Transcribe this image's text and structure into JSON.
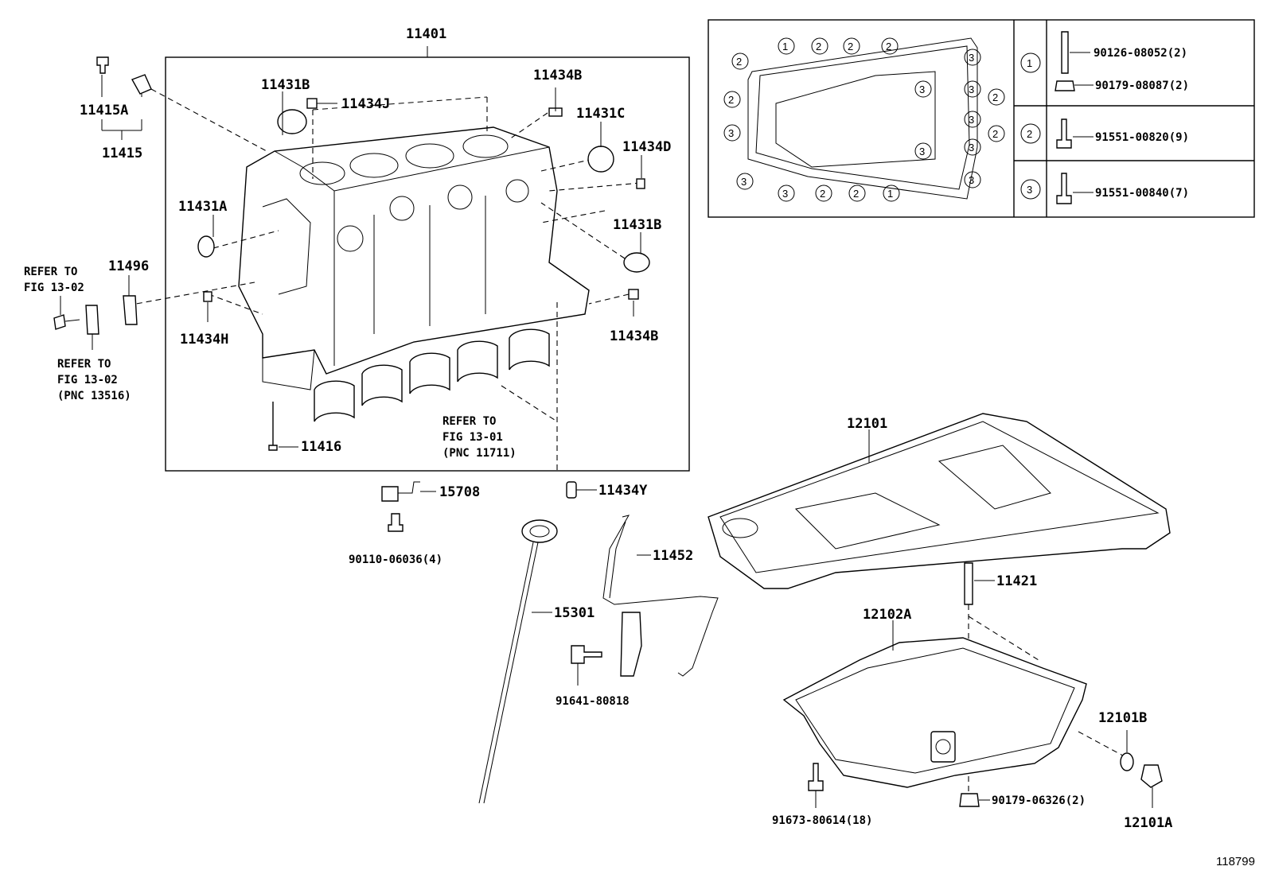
{
  "figure_id": "118799",
  "block_assembly": {
    "main_label": "11401",
    "labels": [
      "11431B",
      "11434J",
      "11434B",
      "11431C",
      "11434D",
      "11431A",
      "11431B",
      "11434H",
      "11434B",
      "11416"
    ],
    "refer_fig_13_01": [
      "REFER TO",
      "FIG 13-01",
      "(PNC 11711)"
    ]
  },
  "left_parts": {
    "labels": [
      "11415A",
      "11415",
      "11496"
    ],
    "refer_fig_13_02_top": [
      "REFER TO",
      "FIG 13-02"
    ],
    "refer_fig_13_02_bottom": [
      "REFER TO",
      "FIG 13-02",
      "(PNC 13516)"
    ]
  },
  "bolt_table": {
    "rows": [
      {
        "num": "1",
        "parts": [
          "90126-08052(2)",
          "90179-08087(2)"
        ]
      },
      {
        "num": "2",
        "parts": [
          "91551-00820(9)"
        ]
      },
      {
        "num": "3",
        "parts": [
          "91551-00840(7)"
        ]
      }
    ],
    "layout_callouts": [
      "2",
      "1",
      "2",
      "2",
      "2",
      "3",
      "2",
      "3",
      "2",
      "2",
      "3",
      "3",
      "3",
      "3",
      "3",
      "3",
      "2",
      "2",
      "1",
      "3",
      "3"
    ]
  },
  "lower_parts": {
    "labels": [
      "11434Y",
      "15708",
      "90110-06036(4)",
      "15301",
      "11452",
      "91641-80818",
      "12101",
      "11421",
      "12102A",
      "12101B",
      "90179-06326(2)",
      "91673-80614(18)",
      "12101A"
    ]
  }
}
